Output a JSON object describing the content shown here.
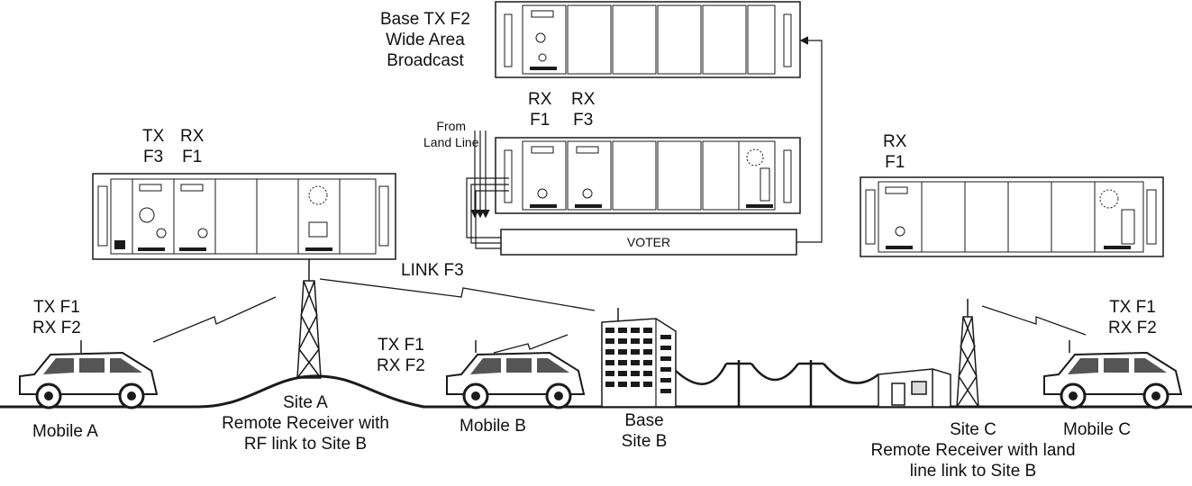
{
  "labels": {
    "base_tx": [
      "Base TX F2",
      "Wide Area",
      "Broadcast"
    ],
    "rx_f1_top": [
      "RX",
      "F1"
    ],
    "rx_f3_top": [
      "RX",
      "F3"
    ],
    "from_land_line": [
      "From",
      "Land Line"
    ],
    "voter": "VOTER",
    "site_a_tx": [
      "TX",
      "F3"
    ],
    "site_a_rx": [
      "RX",
      "F1"
    ],
    "site_c_rx": [
      "RX",
      "F1"
    ],
    "link_f3": "LINK F3",
    "mobile_a_freq": [
      "TX F1",
      "RX F2"
    ],
    "mobile_b_freq": [
      "TX F1",
      "RX F2"
    ],
    "mobile_c_freq": [
      "TX F1",
      "RX F2"
    ],
    "mobile_a": "Mobile A",
    "mobile_b": "Mobile B",
    "mobile_c": "Mobile C",
    "site_a": [
      "Site A",
      "Remote Receiver with",
      "RF link to Site B"
    ],
    "base_site_b": [
      "Base",
      "Site B"
    ],
    "site_c": [
      "Site C",
      "Remote Receiver with land",
      "line link to Site B"
    ]
  },
  "colors": {
    "line": "#1a1a1a",
    "background": "#ffffff"
  }
}
